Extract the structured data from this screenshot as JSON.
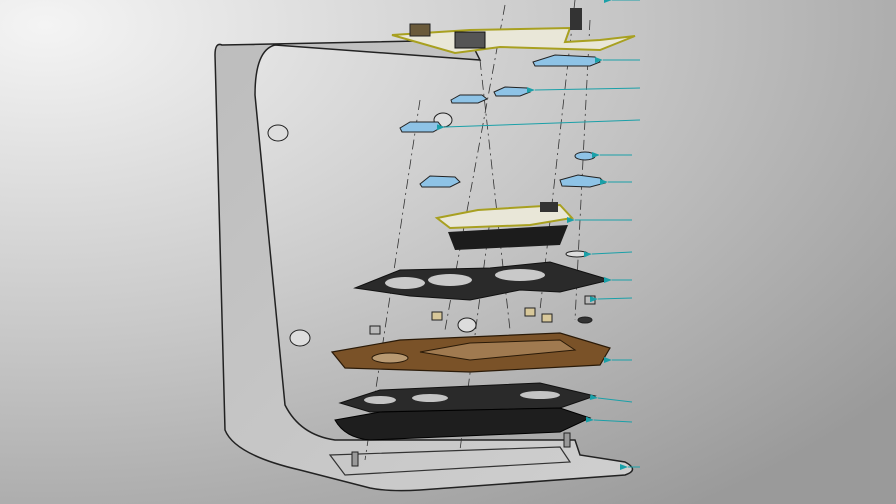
{
  "colors": {
    "background_light": "#f2f2f2",
    "background_dark": "#9c9c9c",
    "bracket": "#c4c4c4",
    "pcb": "#e9e7d8",
    "pcb_edge": "#a8a020",
    "lens": "#8ec3e6",
    "gasket": "#2a2a2a",
    "frame": "#7a5228",
    "arrow": "#1aa0a8"
  },
  "parts": [
    "metal-bracket",
    "top-pcb",
    "lens",
    "middle-pcb",
    "upper-gasket",
    "spacer",
    "wood-frame",
    "lower-gasket",
    "base-plate"
  ]
}
